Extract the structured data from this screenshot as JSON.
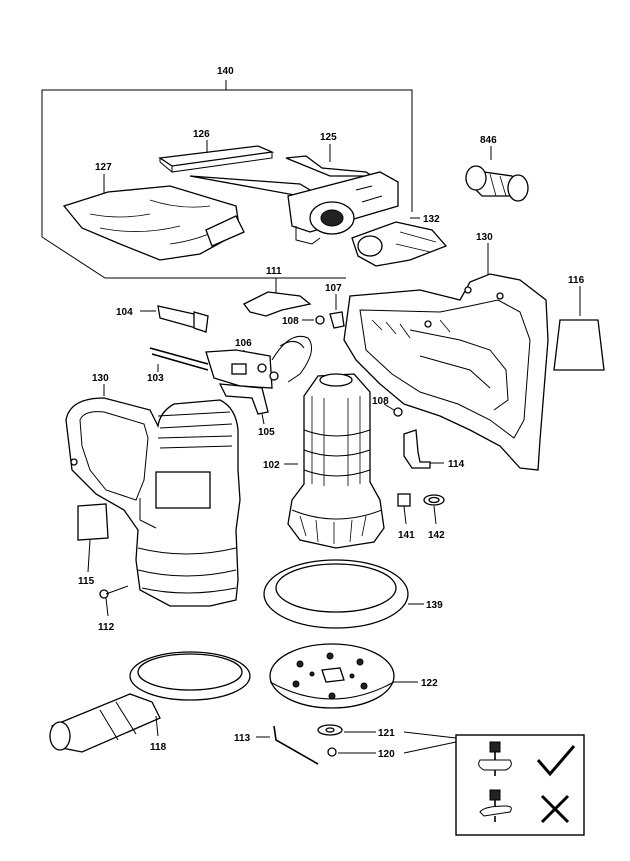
{
  "labels": {
    "p140": "140",
    "p126": "126",
    "p125": "125",
    "p127": "127",
    "p846": "846",
    "p132": "132",
    "p130a": "130",
    "p111": "111",
    "p107": "107",
    "p116": "116",
    "p104": "104",
    "p108a": "108",
    "p106": "106",
    "p103": "103",
    "p130b": "130",
    "p108b": "108",
    "p105": "105",
    "p102": "102",
    "p114": "114",
    "p141": "141",
    "p142": "142",
    "p115": "115",
    "p112": "112",
    "p139": "139",
    "p122": "122",
    "p118": "118",
    "p113": "113",
    "p121": "121",
    "p120": "120"
  },
  "legend": {
    "correct": "check-icon",
    "incorrect": "cross-icon"
  }
}
